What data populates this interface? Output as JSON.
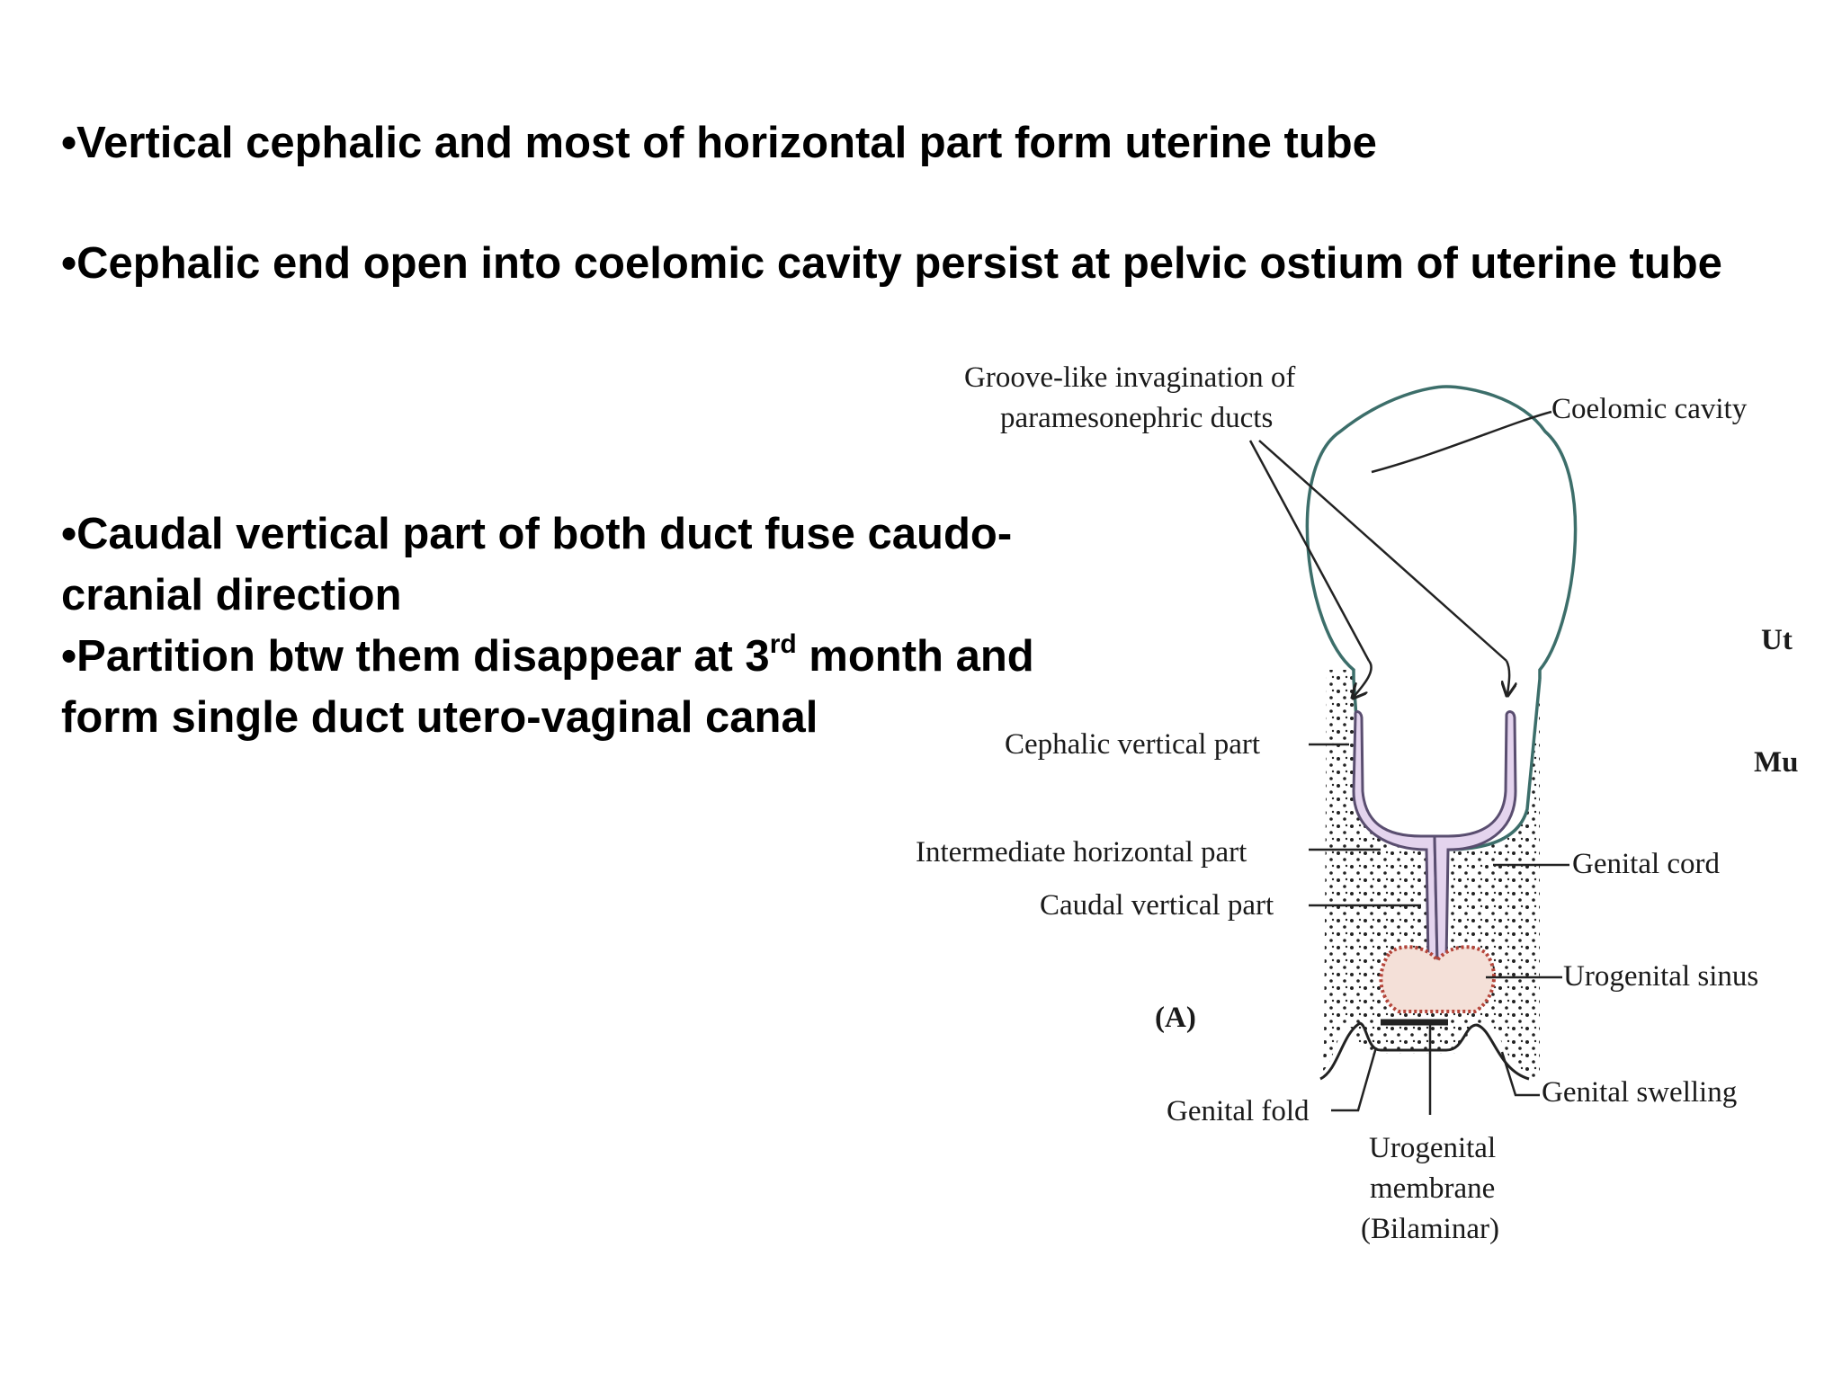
{
  "bullets": {
    "b1": "•Vertical cephalic and most of  horizontal part form uterine tube",
    "b2": "•Cephalic end open into coelomic cavity persist at pelvic ostium of  uterine tube",
    "b3_line1": "•Caudal vertical part of both duct fuse caudo-",
    "b3_line2": "cranial direction",
    "b4_line1_pre": "•Partition btw them disappear at 3",
    "b4_line1_sup": "rd",
    "b4_line1_post": " month and",
    "b4_line2": "form single duct utero-vaginal canal"
  },
  "diagram": {
    "groove_line1": "Groove-like invagination of",
    "groove_line2": "paramesonephric ducts",
    "coelomic_cavity": "Coelomic cavity",
    "cephalic_vertical": "Cephalic  vertical  part",
    "intermediate_horizontal": "Intermediate  horizontal  part",
    "caudal_vertical": "Caudal vertical part",
    "panel_label": "(A)",
    "genital_fold": "Genital fold",
    "genital_cord": "Genital cord",
    "urogenital_sinus": "Urogenital sinus",
    "genital_swelling": "Genital swelling",
    "membrane_line1": "Urogenital",
    "membrane_line2": "membrane",
    "membrane_line3": "(Bilaminar)",
    "cut_ut": "Ut",
    "cut_mu": "Mu"
  },
  "colors": {
    "coelom_outline": "#3c6e6a",
    "duct_fill": "#e4d4ee",
    "duct_outline": "#5a4e70",
    "sinus_fill": "#f4e0d8",
    "sinus_outline": "#b5453a"
  }
}
